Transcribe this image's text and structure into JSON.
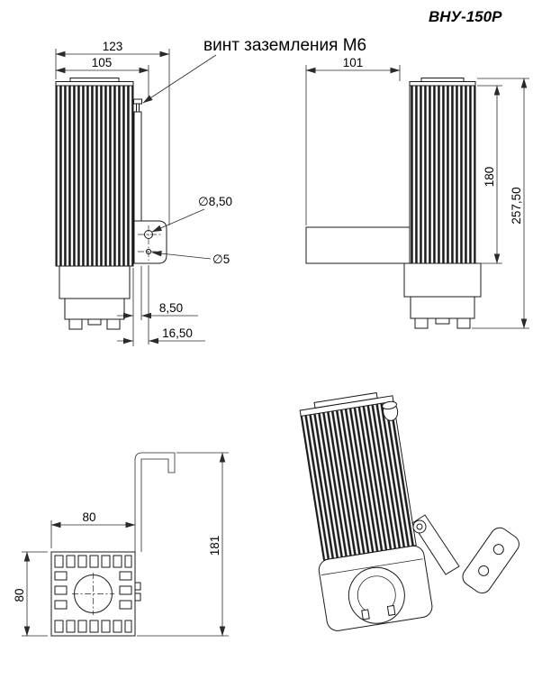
{
  "title": "ВНУ-150Р",
  "callouts": {
    "ground_screw_label": "винт заземления М6"
  },
  "front_view": {
    "dim_total_width": "123",
    "dim_body_width": "105",
    "dim_hole_large": "∅8,50",
    "dim_hole_small": "∅5",
    "dim_offset_small": "8,50",
    "dim_offset_large": "16,50"
  },
  "side_view": {
    "dim_depth": "101",
    "dim_fins_height": "180",
    "dim_total_height": "257,50"
  },
  "top_view": {
    "dim_width": "80",
    "dim_depth": "80",
    "dim_bracket_height": "181"
  },
  "colors": {
    "line": "#1a1a1a",
    "background": "#ffffff"
  }
}
